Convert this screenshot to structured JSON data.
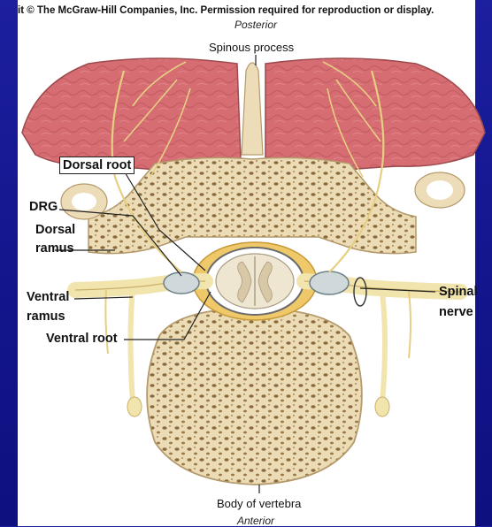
{
  "credit_line": "it © The McGraw-Hill Companies, Inc. Permission required for reproduction or display.",
  "orientation": {
    "top": "Posterior",
    "bottom": "Anterior"
  },
  "labels": {
    "spinous_process": "Spinous process",
    "dorsal_root": "Dorsal root",
    "drg": "DRG",
    "dorsal_ramus_line1": "Dorsal",
    "dorsal_ramus_line2": "ramus",
    "ventral_ramus_line1": "Ventral",
    "ventral_ramus_line2": "ramus",
    "ventral_root": "Ventral root",
    "spinal_nerve_line1": "Spinal",
    "spinal_nerve_line2": "nerve",
    "body_of_vertebra": "Body of vertebra"
  },
  "colors": {
    "background_blue": "#1c1f9e",
    "muscle": "#d9777a",
    "bone": "#ead9b6",
    "nerve": "#f1e4ad",
    "spinal_cord": "#f2ead8"
  }
}
